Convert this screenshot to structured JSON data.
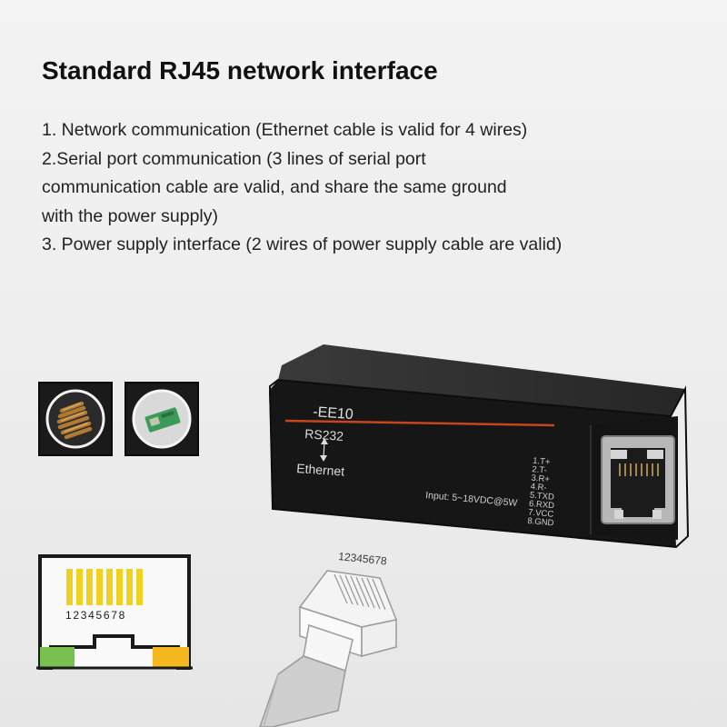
{
  "heading": "Standard RJ45 network interface",
  "description": {
    "lines": [
      "1. Network communication (Ethernet cable is valid for 4 wires)",
      "2.Serial port communication (3 lines of serial port",
      "communication cable are valid, and share the same ground",
      "with the power supply)",
      "3. Power supply interface (2 wires of power supply cable are valid)"
    ]
  },
  "device": {
    "model": "-EE10",
    "top_label": "RS232",
    "bottom_label": "Ethernet",
    "input_rating": "Input: 5~18VDC@5W",
    "pins": [
      "1.T+",
      "2.T-",
      "3.R+",
      "4.R-",
      "5.TXD",
      "6.RXD",
      "7.VCC",
      "8.GND"
    ]
  },
  "jack_diagram": {
    "pin_numbers": "12345678"
  },
  "plug_diagram": {
    "pin_numbers": "12345678"
  },
  "thumbnails": [
    {
      "icon": "copper-pins-icon"
    },
    {
      "icon": "circuit-board-icon"
    }
  ],
  "colors": {
    "device_body": "#1e1e1e",
    "device_stripe": "#c8461e",
    "pin_yellow": "#f0d21e",
    "jack_green": "#78c050",
    "jack_orange": "#f5b81e"
  }
}
